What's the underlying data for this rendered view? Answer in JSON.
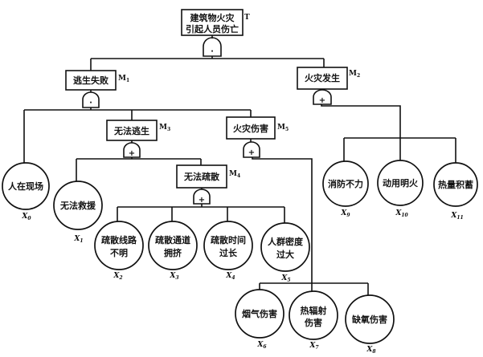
{
  "diagram": {
    "type": "fault-tree",
    "top_event": {
      "id": "T",
      "label_line1": "建筑物火灾",
      "label_line2": "引起人员伤亡",
      "gate": "·",
      "gate_type": "AND"
    },
    "intermediate_events": [
      {
        "id": "M1",
        "code": "M",
        "sub": "1",
        "label": "逃生失败",
        "gate": "·",
        "gate_type": "AND"
      },
      {
        "id": "M2",
        "code": "M",
        "sub": "2",
        "label": "火灾发生",
        "gate": "+",
        "gate_type": "OR"
      },
      {
        "id": "M3",
        "code": "M",
        "sub": "3",
        "label": "无法逃生",
        "gate": "+",
        "gate_type": "OR"
      },
      {
        "id": "M4",
        "code": "M",
        "sub": "4",
        "label": "无法疏散",
        "gate": "+",
        "gate_type": "OR"
      },
      {
        "id": "M5",
        "code": "M",
        "sub": "5",
        "label": "火灾伤害",
        "gate": "+",
        "gate_type": "OR"
      }
    ],
    "basic_events": [
      {
        "id": "X0",
        "code": "X",
        "sub": "0",
        "line1": "人在现场",
        "line2": ""
      },
      {
        "id": "X1",
        "code": "X",
        "sub": "1",
        "line1": "无法救援",
        "line2": ""
      },
      {
        "id": "X2",
        "code": "X",
        "sub": "2",
        "line1": "疏散线路",
        "line2": "不明"
      },
      {
        "id": "X3",
        "code": "X",
        "sub": "3",
        "line1": "疏散通道",
        "line2": "拥挤"
      },
      {
        "id": "X4",
        "code": "X",
        "sub": "4",
        "line1": "疏散时间",
        "line2": "过长"
      },
      {
        "id": "X5",
        "code": "X",
        "sub": "5",
        "line1": "人群密度",
        "line2": "过大"
      },
      {
        "id": "X6",
        "code": "X",
        "sub": "6",
        "line1": "烟气伤害",
        "line2": ""
      },
      {
        "id": "X7",
        "code": "X",
        "sub": "7",
        "line1": "热辐射",
        "line2": "伤害"
      },
      {
        "id": "X8",
        "code": "X",
        "sub": "8",
        "line1": "缺氧伤害",
        "line2": ""
      },
      {
        "id": "X9",
        "code": "X",
        "sub": "9",
        "line1": "消防不力",
        "line2": ""
      },
      {
        "id": "X10",
        "code": "X",
        "sub": "10",
        "line1": "动用明火",
        "line2": ""
      },
      {
        "id": "X11",
        "code": "X",
        "sub": "11",
        "line1": "热量积蓄",
        "line2": ""
      }
    ],
    "structure": {
      "T": [
        "M1",
        "M2"
      ],
      "M1": [
        "X0",
        "M3",
        "M5"
      ],
      "M2": [
        "X9",
        "X10",
        "X11"
      ],
      "M3": [
        "X1",
        "M4"
      ],
      "M4": [
        "X2",
        "X3",
        "X4",
        "X5"
      ],
      "M5": [
        "X6",
        "X7",
        "X8"
      ]
    }
  }
}
